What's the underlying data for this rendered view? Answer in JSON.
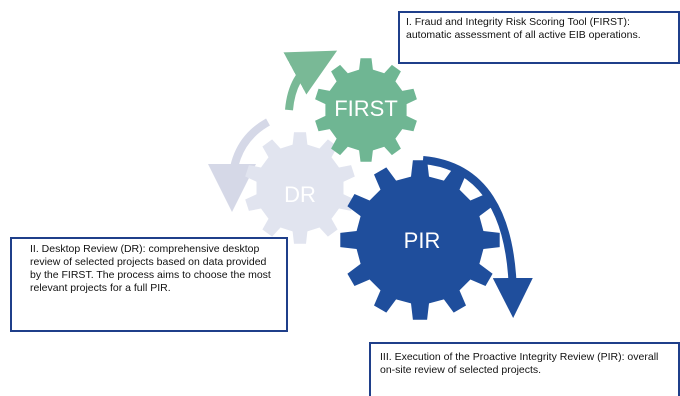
{
  "gears": {
    "first": {
      "label": "FIRST",
      "color": "#6fb693"
    },
    "dr": {
      "label": "DR",
      "color": "#e1e4ef"
    },
    "pir": {
      "label": "PIR",
      "color": "#1f4e9c"
    }
  },
  "arrows": {
    "first_color": "#79b996",
    "dr_color": "#d5d8e7",
    "pir_color": "#1f4e9c"
  },
  "callouts": {
    "first": "I. Fraud and Integrity Risk Scoring Tool (FIRST): automatic assessment of all active EIB operations.",
    "dr": "II. Desktop Review (DR): comprehensive desktop review of selected projects based on data provided by the FIRST. The process aims to choose the most relevant projects for a full PIR.",
    "pir": "III.  Execution of the Proactive Integrity Review (PIR): overall on-site review of selected projects."
  },
  "border_color": "#1f3f8a"
}
